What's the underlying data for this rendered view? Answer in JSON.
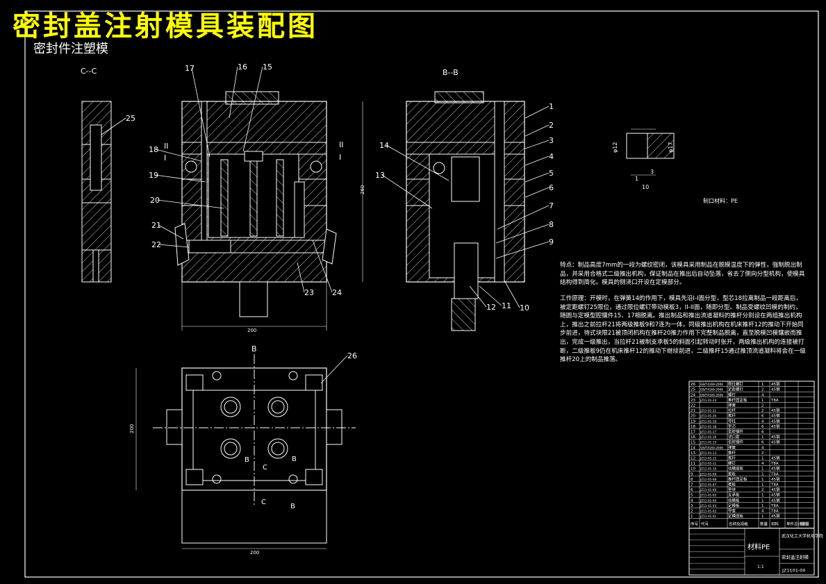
{
  "title": "密封盖注射模具装配图",
  "subtitle": "密封件注塑模",
  "sections": {
    "cc": "C--C",
    "bb": "B--B"
  },
  "part_labels": [
    "1",
    "2",
    "3",
    "4",
    "5",
    "6",
    "7",
    "8",
    "9",
    "10",
    "11",
    "12",
    "13",
    "14",
    "15",
    "16",
    "17",
    "18",
    "19",
    "20",
    "21",
    "22",
    "23",
    "24",
    "25",
    "26"
  ],
  "parting_marks": {
    "ii": "II",
    "i": "I"
  },
  "dimensions": {
    "width_main": "200",
    "width_plan": "200",
    "height_plan": "200",
    "height_side": "260",
    "part_d12": "φ12",
    "part_d17": "φ17",
    "part_h10": "10",
    "part_h3": "3",
    "part_h1": "1"
  },
  "plan_marks": {
    "b": "B",
    "c": "C"
  },
  "notes": {
    "mat_label": "制口材料：PE",
    "features": "特点：制品高度7mm的一段为螺纹密闭，该模具采用制品在脱模温度下的弹性，强制脱出制品，并采用合格式二级推出机构，保证制品在推出后自动坠落，省去了侧向分型机构，使模具结构得到简化。模具的侧浇口开设在定模部分。",
    "process": "工作原理：开模时，在弹簧14的作用下，模具先沿I-I面分型，型芯18拉离制品一段距离后，被定距螺钉25限位，通过限位螺钉带动模板3，II-II面，随即分型。制品受螺纹凹模的制约，随圆与定模型腔镶件15、17相脱离。推出制品和推出流道凝料的推杆分别设在两组推出机构上，推出之前拉杆21将两级推板9和7连为一体，同级推出机构在机床推杆12的推动下开始同步前进，待式块限21被顶闭机构在推杆20推力作用下完整制品脱离，直至脱模凹模镶嵌而推出，完成一级推出，当拉杆21被制支承板5的斜面引起转动时张开，两级推出机构的连接被打断，二级推板9仍在机床推杆12的推动下继续前进，二级推杆15通过推顶流道凝料将会在一级推杆20上的制品推落。"
  },
  "bom_rows": [
    [
      "26",
      "GB/T4169-2006",
      "限位螺钉",
      "1",
      "45钢"
    ],
    [
      "25",
      "GB/T4169-2006",
      "定距螺钉",
      "2",
      "45钢"
    ],
    [
      "24",
      "GB/T4169-2006",
      "螺钉",
      "4",
      ""
    ],
    [
      "23",
      "JZ11-01-23",
      "推杆固定板",
      "1",
      "T8A"
    ],
    [
      "22",
      "",
      "弹簧",
      "2",
      ""
    ],
    [
      "21",
      "JZ11-01-21",
      "拉杆",
      "2",
      "45钢"
    ],
    [
      "20",
      "JZ11-01-20",
      "推杆",
      "6",
      "45钢"
    ],
    [
      "19",
      "JZ11-01-19",
      "导柱",
      "4",
      "45钢"
    ],
    [
      "18",
      "JZ11-01-18",
      "型芯",
      "6",
      "45钢"
    ],
    [
      "17",
      "JZ11-01-17",
      "型腔镶件",
      "6",
      ""
    ],
    [
      "16",
      "JZ11-01-16",
      "浇口套",
      "1",
      "45钢"
    ],
    [
      "15",
      "JZ11-01-15",
      "型腔镶件",
      "6",
      "45钢"
    ],
    [
      "14",
      "GB/T4169-2006",
      "弹簧",
      "4",
      ""
    ],
    [
      "13",
      "JZ11-01-13",
      "推杆",
      "2",
      ""
    ],
    [
      "12",
      "JZ11-01-12",
      "推杆",
      "1",
      "45钢"
    ],
    [
      "11",
      "JZ11-01-11",
      "螺钉",
      "4",
      "T8A"
    ],
    [
      "10",
      "JZ11-01-10",
      "动模座板",
      "1",
      "45钢"
    ],
    [
      "9",
      "JZ11-01-09",
      "推板",
      "1",
      "T8A"
    ],
    [
      "8",
      "JZ11-01-08",
      "推杆固定板",
      "1",
      "45钢"
    ],
    [
      "7",
      "JZ11-01-07",
      "推板",
      "1",
      "T8A"
    ],
    [
      "6",
      "JZ11-01-06",
      "垫块",
      "2",
      "45钢"
    ],
    [
      "5",
      "JZ11-01-05",
      "支承板",
      "1",
      "45钢"
    ],
    [
      "4",
      "JZ11-01-04",
      "动模板",
      "1",
      "45钢"
    ],
    [
      "3",
      "JZ11-01-03",
      "定模板",
      "1",
      "T8A"
    ],
    [
      "2",
      "JZ11-01-02",
      "导套",
      "4",
      "T8A"
    ],
    [
      "1",
      "JZ11-01-01",
      "定模座板",
      "1",
      "45钢"
    ]
  ],
  "bom_header": {
    "no": "序号",
    "code": "代号",
    "name": "名称及规格",
    "qty": "数量",
    "mat": "材料",
    "weight": "单件总计重量",
    "note": "备注"
  },
  "title_block": {
    "material": "材料PE",
    "school": "武汉化工大学机电学院",
    "product": "密封盖注射模",
    "drawing_no": "JZ1101-00",
    "scale": "1:1"
  }
}
